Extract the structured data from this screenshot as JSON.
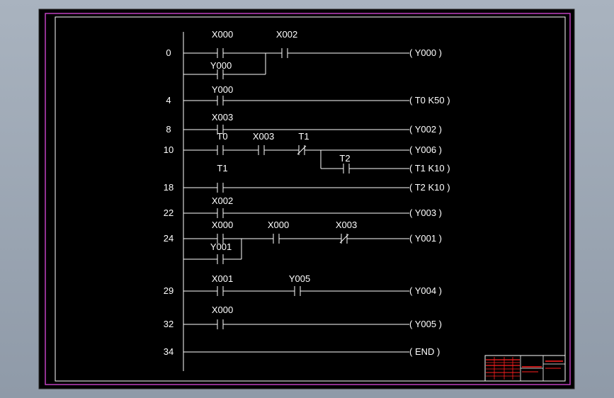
{
  "colors": {
    "background": "#98a3b0",
    "drawing_background": "#000000",
    "frame": "#c040c0",
    "lines": "#ffffff",
    "text": "#ffffff",
    "title_block_red": "#ff2020"
  },
  "rungs": [
    {
      "step": "0",
      "coil": "( Y000  )",
      "contacts": [
        {
          "label": "X000",
          "type": "NO"
        },
        {
          "label": "X002",
          "type": "NO"
        }
      ],
      "parallel": [
        {
          "label": "Y000",
          "type": "NO"
        }
      ]
    },
    {
      "step": "4",
      "coil": "( T0  K50  )",
      "contacts": [
        {
          "label": "Y000",
          "type": "NO"
        }
      ]
    },
    {
      "step": "8",
      "coil": "( Y002 )",
      "contacts": [
        {
          "label": "X003",
          "type": "NO"
        }
      ]
    },
    {
      "step": "10",
      "coil": "( Y006 )",
      "contacts": [
        {
          "label": "T0",
          "type": "NO"
        },
        {
          "label": "X003",
          "type": "NO"
        },
        {
          "label": "T1",
          "type": "NC"
        }
      ],
      "branch": {
        "contact": {
          "label": "T2",
          "type": "NO"
        },
        "coil": "( T1  K10  )"
      }
    },
    {
      "step": "18",
      "coil": "( T2  K10 )",
      "contacts": [
        {
          "label": "T1",
          "type": "NO"
        }
      ]
    },
    {
      "step": "22",
      "coil": "( Y003 )",
      "contacts": [
        {
          "label": "X002",
          "type": "NO"
        }
      ]
    },
    {
      "step": "24",
      "coil": "( Y001 )",
      "contacts": [
        {
          "label": "X000",
          "type": "NO"
        },
        {
          "label": "X000",
          "type": "NO"
        },
        {
          "label": "X003",
          "type": "NC"
        }
      ],
      "parallel": [
        {
          "label": "Y001",
          "type": "NO"
        }
      ]
    },
    {
      "step": "29",
      "coil": "( Y004 )",
      "contacts": [
        {
          "label": "X001",
          "type": "NO"
        },
        {
          "label": "Y005",
          "type": "NO"
        }
      ]
    },
    {
      "step": "32",
      "coil": "( Y005 )",
      "contacts": [
        {
          "label": "X000",
          "type": "NO"
        }
      ]
    },
    {
      "step": "34",
      "coil": "( END   )",
      "contacts": []
    }
  ]
}
